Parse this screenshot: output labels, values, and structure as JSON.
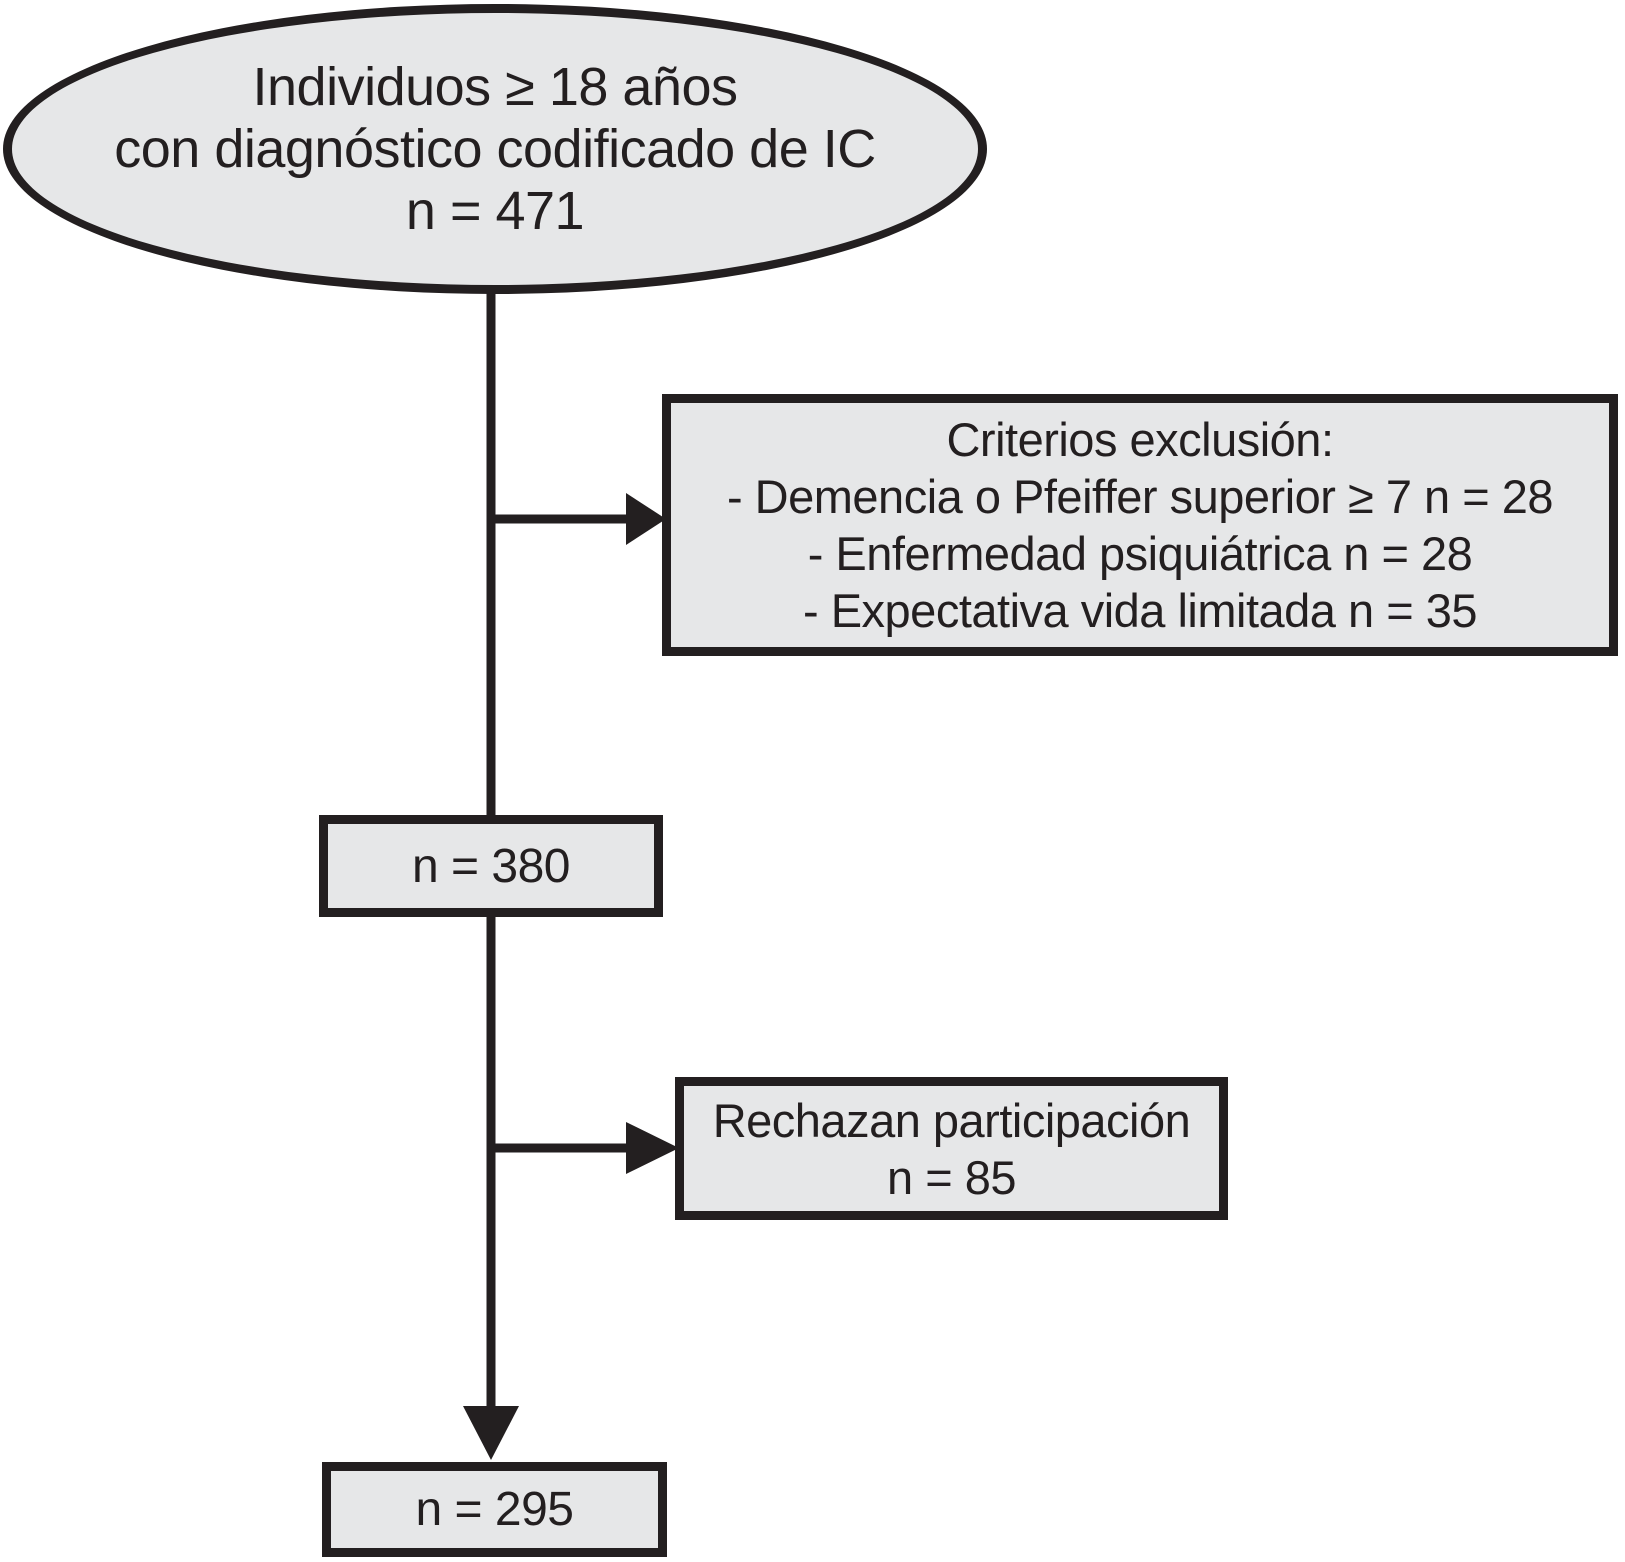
{
  "colors": {
    "node_fill": "#e6e7e8",
    "line_color": "#231f20",
    "background": "#ffffff"
  },
  "flowchart": {
    "start_ellipse": {
      "lines": [
        "Individuos ≥ 18 años",
        "con diagnóstico codificado de IC",
        "n = 471"
      ]
    },
    "exclusion_box": {
      "title": "Criterios exclusión:",
      "items": [
        "- Demencia o Pfeiffer superior ≥ 7 n = 28",
        "- Enfermedad psiquiátrica n = 28",
        "- Expectativa vida limitada n = 35"
      ]
    },
    "eligible_box": {
      "label": "n = 380"
    },
    "refusal_box": {
      "lines": [
        "Rechazan participación",
        "n = 85"
      ]
    },
    "final_box": {
      "label": "n = 295"
    }
  }
}
